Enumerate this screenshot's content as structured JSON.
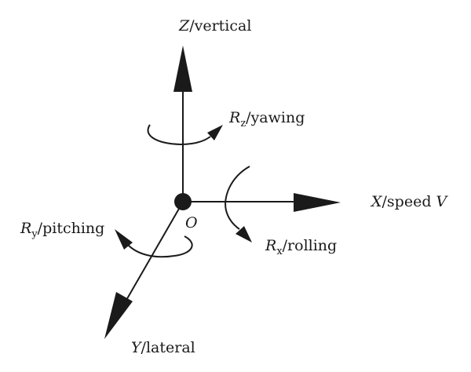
{
  "colors": {
    "ink": "#1a1a1a",
    "background": "#ffffff"
  },
  "origin": {
    "label": "O"
  },
  "axes": {
    "z": {
      "symbol": "Z",
      "name": "/vertical"
    },
    "x": {
      "symbol": "X",
      "name": "/speed ",
      "suffix": "V"
    },
    "y": {
      "symbol": "Y",
      "name": "/lateral"
    }
  },
  "rotations": {
    "rz": {
      "symbol": "R",
      "subscript": "z",
      "name": "/yawing"
    },
    "rx": {
      "symbol": "R",
      "subscript": "x",
      "name": "/rolling"
    },
    "ry": {
      "symbol": "R",
      "subscript": "y",
      "name": "/pitching"
    }
  }
}
